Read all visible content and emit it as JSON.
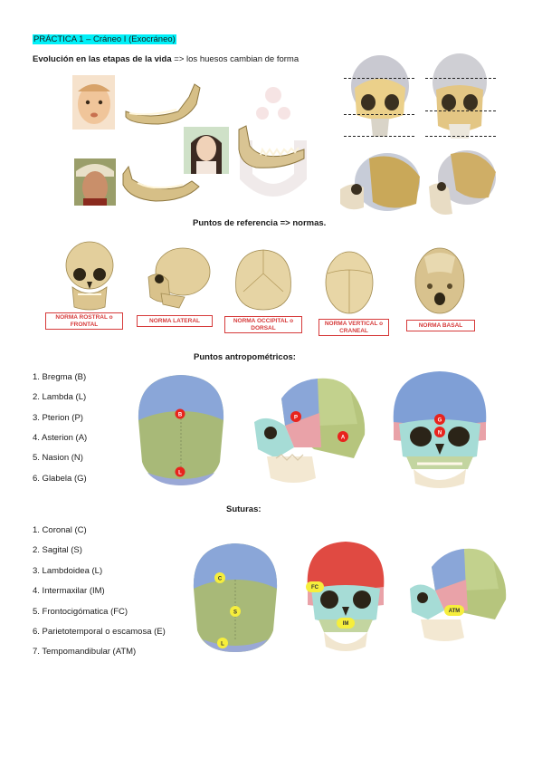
{
  "header": {
    "title": "PRÁCTICA 1 – Cráneo I (Exocráneo)",
    "evolution_bold": "Evolución en las etapas de la vida",
    "evolution_rest": " => los huesos cambian de forma"
  },
  "sections": {
    "references": "Puntos de referencia => normas.",
    "anthropometric": "Puntos antropométricos:",
    "sutures": "Suturas:"
  },
  "normas": [
    "NORMA ROSTRAL o FRONTAL",
    "NORMA LATERAL",
    "NORMA OCCIPITAL o DORSAL",
    "NORMA VERTICAL o CRANEAL",
    "NORMA BASAL"
  ],
  "points": [
    "1. Bregma (B)",
    "2. Lambda (L)",
    "3. Pterion (P)",
    "4. Asterion (A)",
    "5. Nasion (N)",
    "6. Glabela (G)"
  ],
  "point_badges": {
    "top_b": "B",
    "top_l": "L",
    "lat_p": "P",
    "lat_a": "A",
    "front_g": "G",
    "front_n": "N"
  },
  "sutures_list": [
    "1. Coronal (C)",
    "2. Sagital (S)",
    "3. Lambdoidea (L)",
    "4. Intermaxilar (IM)",
    "5. Frontocigómatica (FC)",
    "6. Parietotemporal o escamosa (E)",
    "7. Tempomandibular (ATM)"
  ],
  "suture_badges": {
    "top_c": "C",
    "top_s": "S",
    "top_l": "L",
    "front_fc": "FC",
    "front_im": "IM",
    "lat_atm": "ATM"
  },
  "colors": {
    "highlight": "#00f0f8",
    "bone": "#d9c493",
    "parietal_blue": "#7f9fd6",
    "occipital_green": "#a6b870",
    "marker_red": "#e8231d",
    "marker_yellow": "#f6ee3c",
    "label_red": "#d63a3a"
  }
}
